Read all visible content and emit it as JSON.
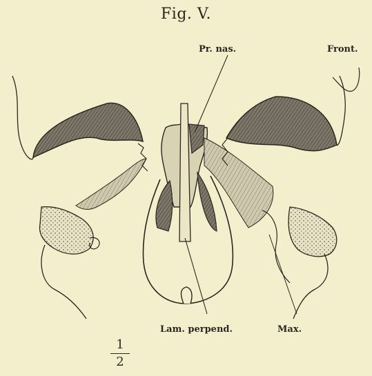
{
  "figure": {
    "title": "Fig. V.",
    "labels": {
      "pr_nas": "Pr. nas.",
      "front": "Front.",
      "lam_perpend": "Lam. perpend.",
      "max": "Max."
    },
    "scale": {
      "numerator": "1",
      "denominator": "2"
    }
  }
}
